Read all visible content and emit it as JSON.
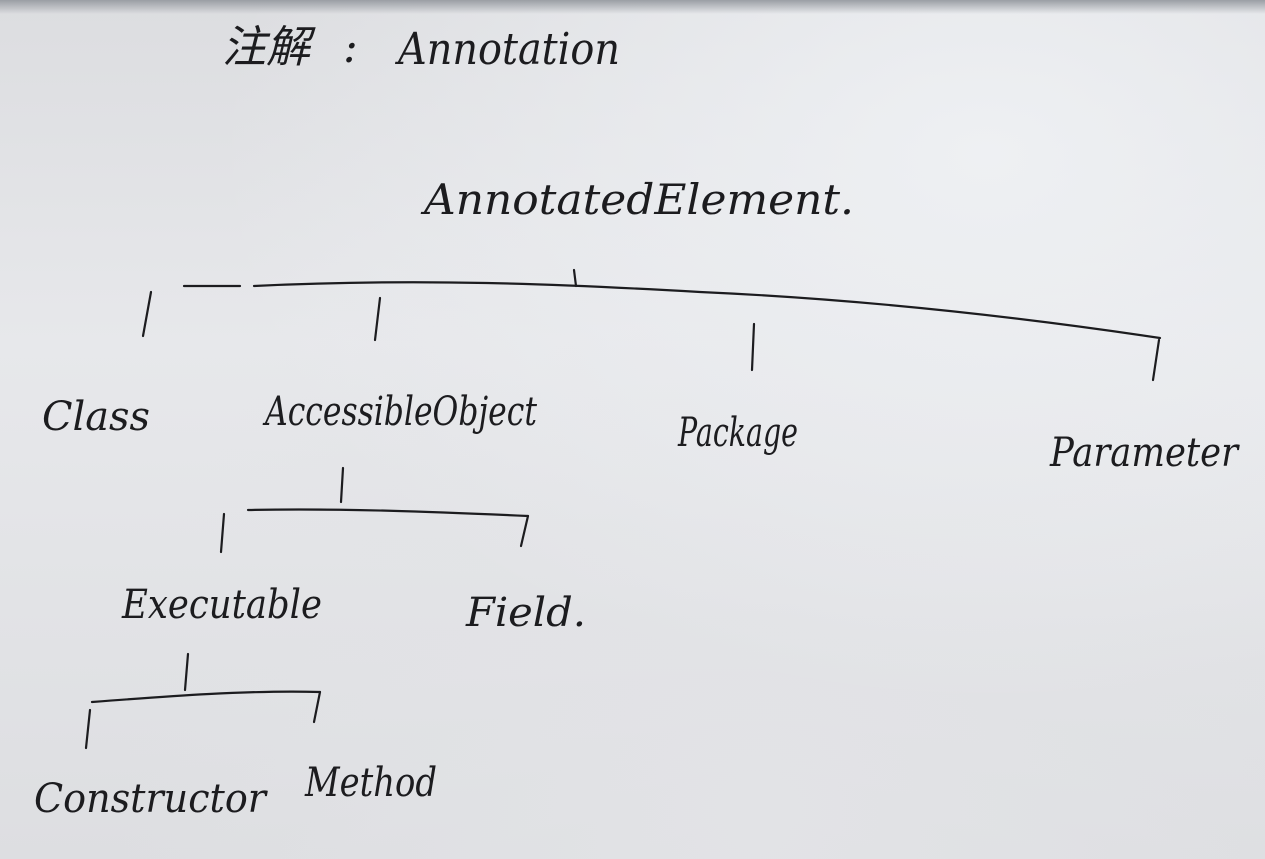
{
  "title": {
    "label": "注解",
    "separator": ":",
    "term": "Annotation"
  },
  "root": "AnnotatedElement.",
  "nodes": {
    "class": "Class",
    "accessible_object": "AccessibleObject",
    "package": "Package",
    "parameter": "Parameter",
    "executable": "Executable",
    "field": "Field.",
    "constructor": "Constructor",
    "method": "Method"
  },
  "ink_color": "#1c1c1f",
  "paper_color": "#e4e5e8"
}
